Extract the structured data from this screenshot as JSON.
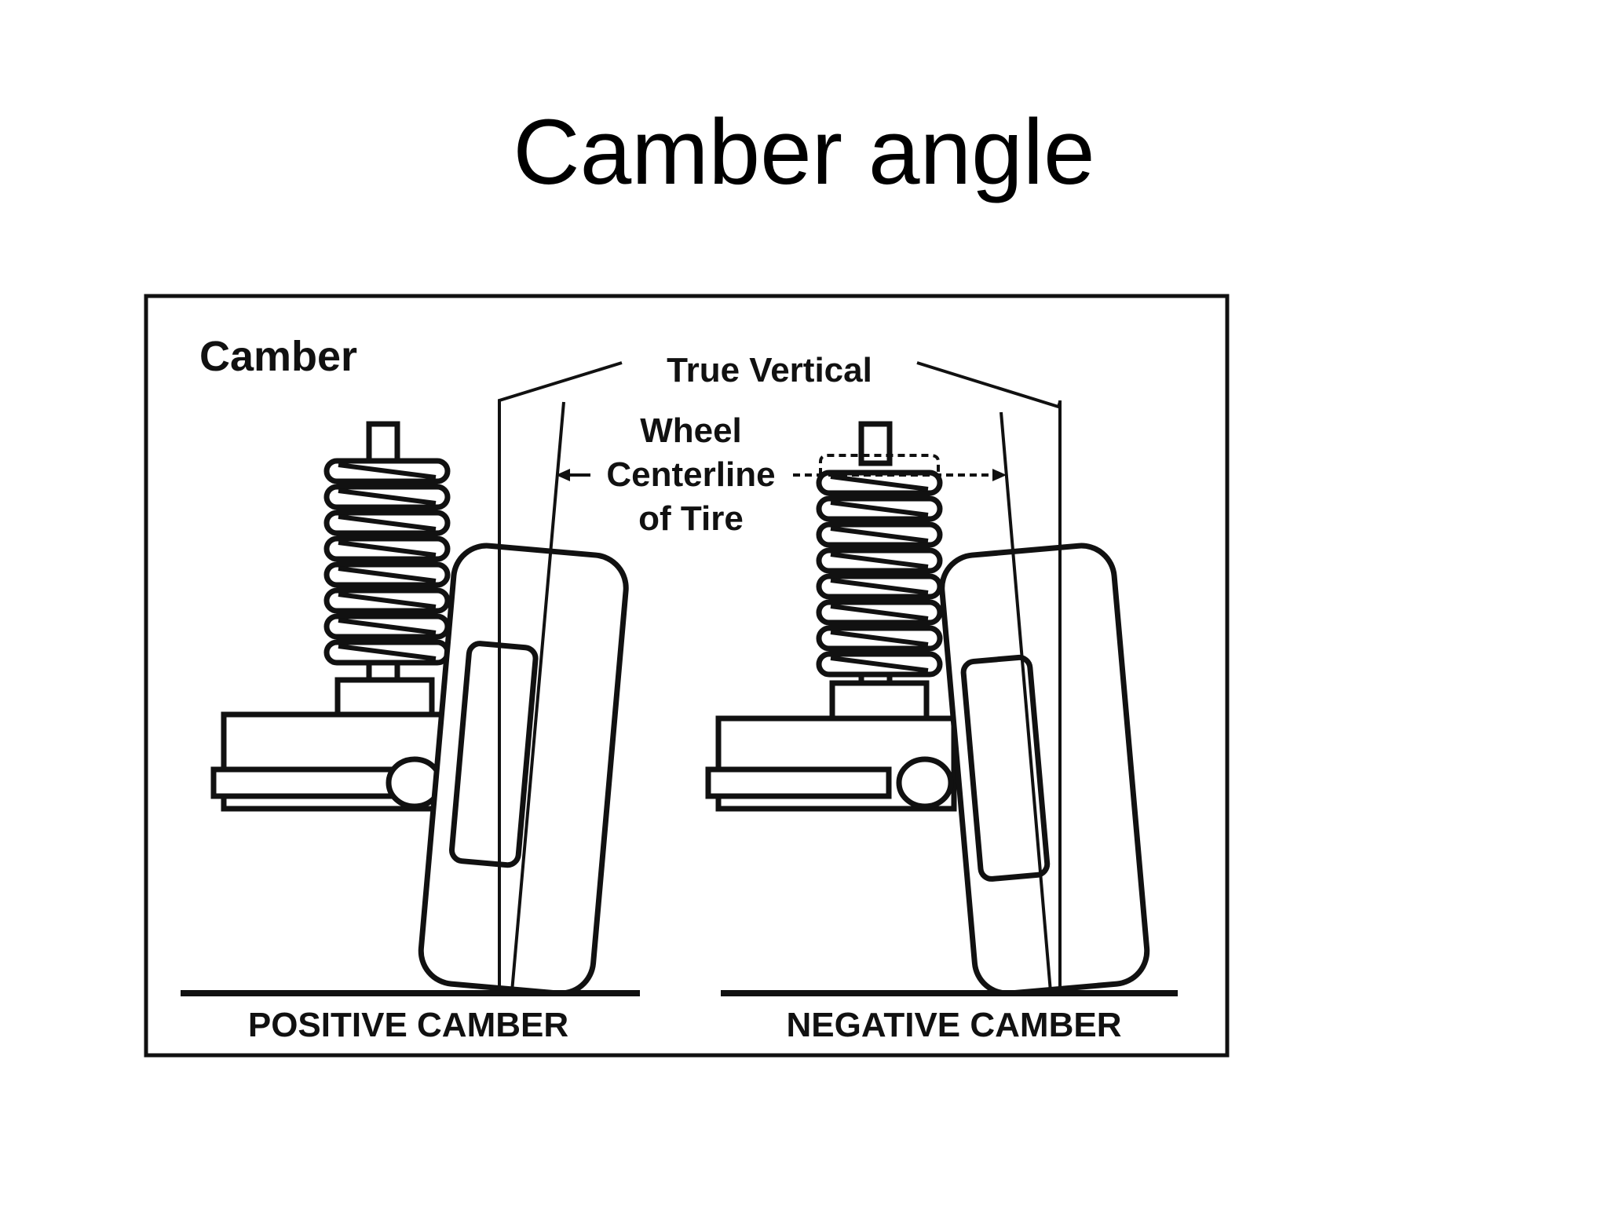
{
  "slide": {
    "title": "Camber angle"
  },
  "diagram": {
    "heading": "Camber",
    "true_vertical_label": "True Vertical",
    "wheel_centerline_label": [
      "Wheel",
      "Centerline",
      "of Tire"
    ],
    "positive_caption": "POSITIVE CAMBER",
    "negative_caption": "NEGATIVE CAMBER"
  }
}
